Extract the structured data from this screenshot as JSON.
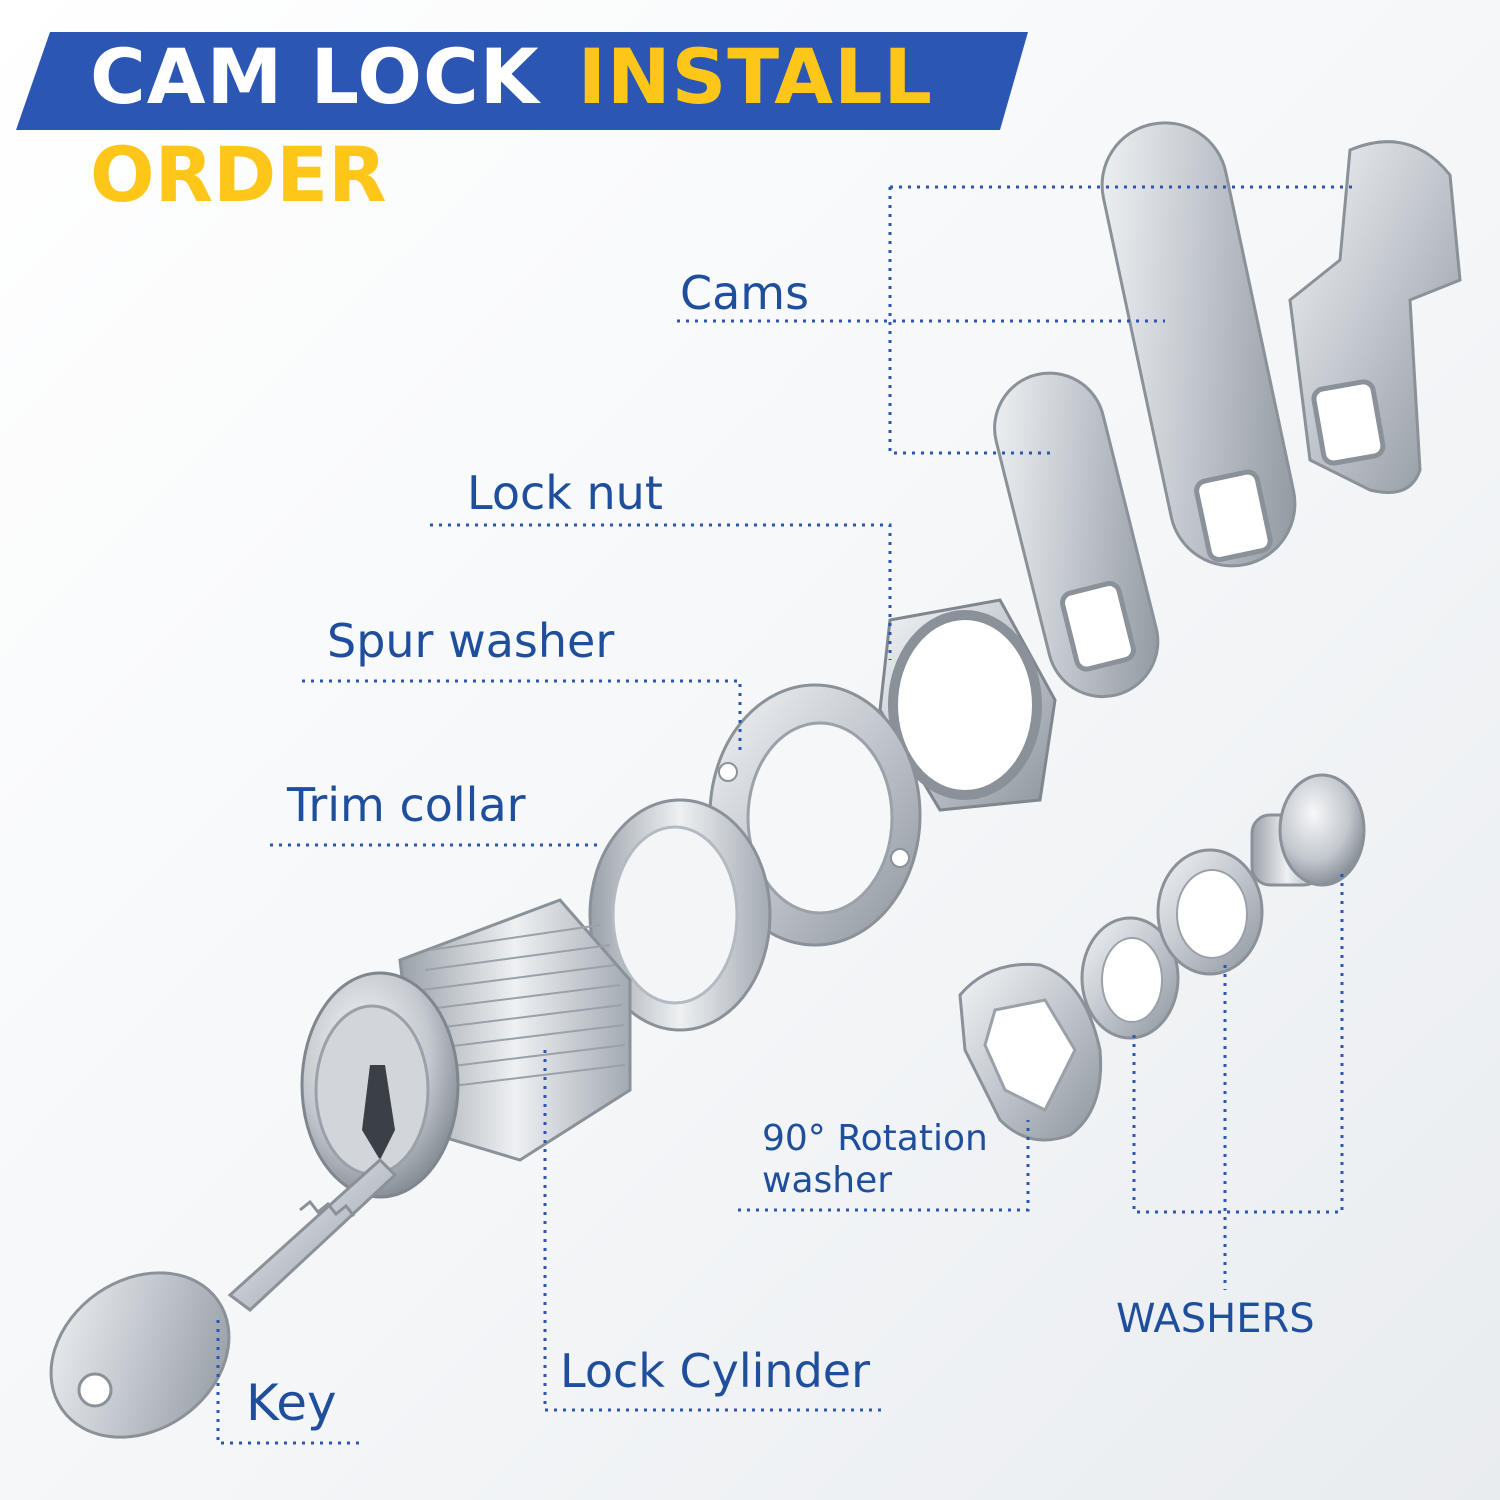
{
  "title": {
    "part1": "CAM LOCK",
    "part2": "INSTALL",
    "part3": "ORDER"
  },
  "colors": {
    "banner_blue": "#2b56b4",
    "title_yellow": "#ffc61a",
    "label_blue": "#1f4e9c",
    "metal": "#c9cdd2"
  },
  "labels": {
    "cams": "Cams",
    "lock_nut": "Lock nut",
    "spur_washer": "Spur washer",
    "trim_collar": "Trim collar",
    "rotation_washer_line1": "90° Rotation",
    "rotation_washer_line2": "washer",
    "washers": "WASHERS",
    "lock_cylinder": "Lock Cylinder",
    "key": "Key"
  }
}
